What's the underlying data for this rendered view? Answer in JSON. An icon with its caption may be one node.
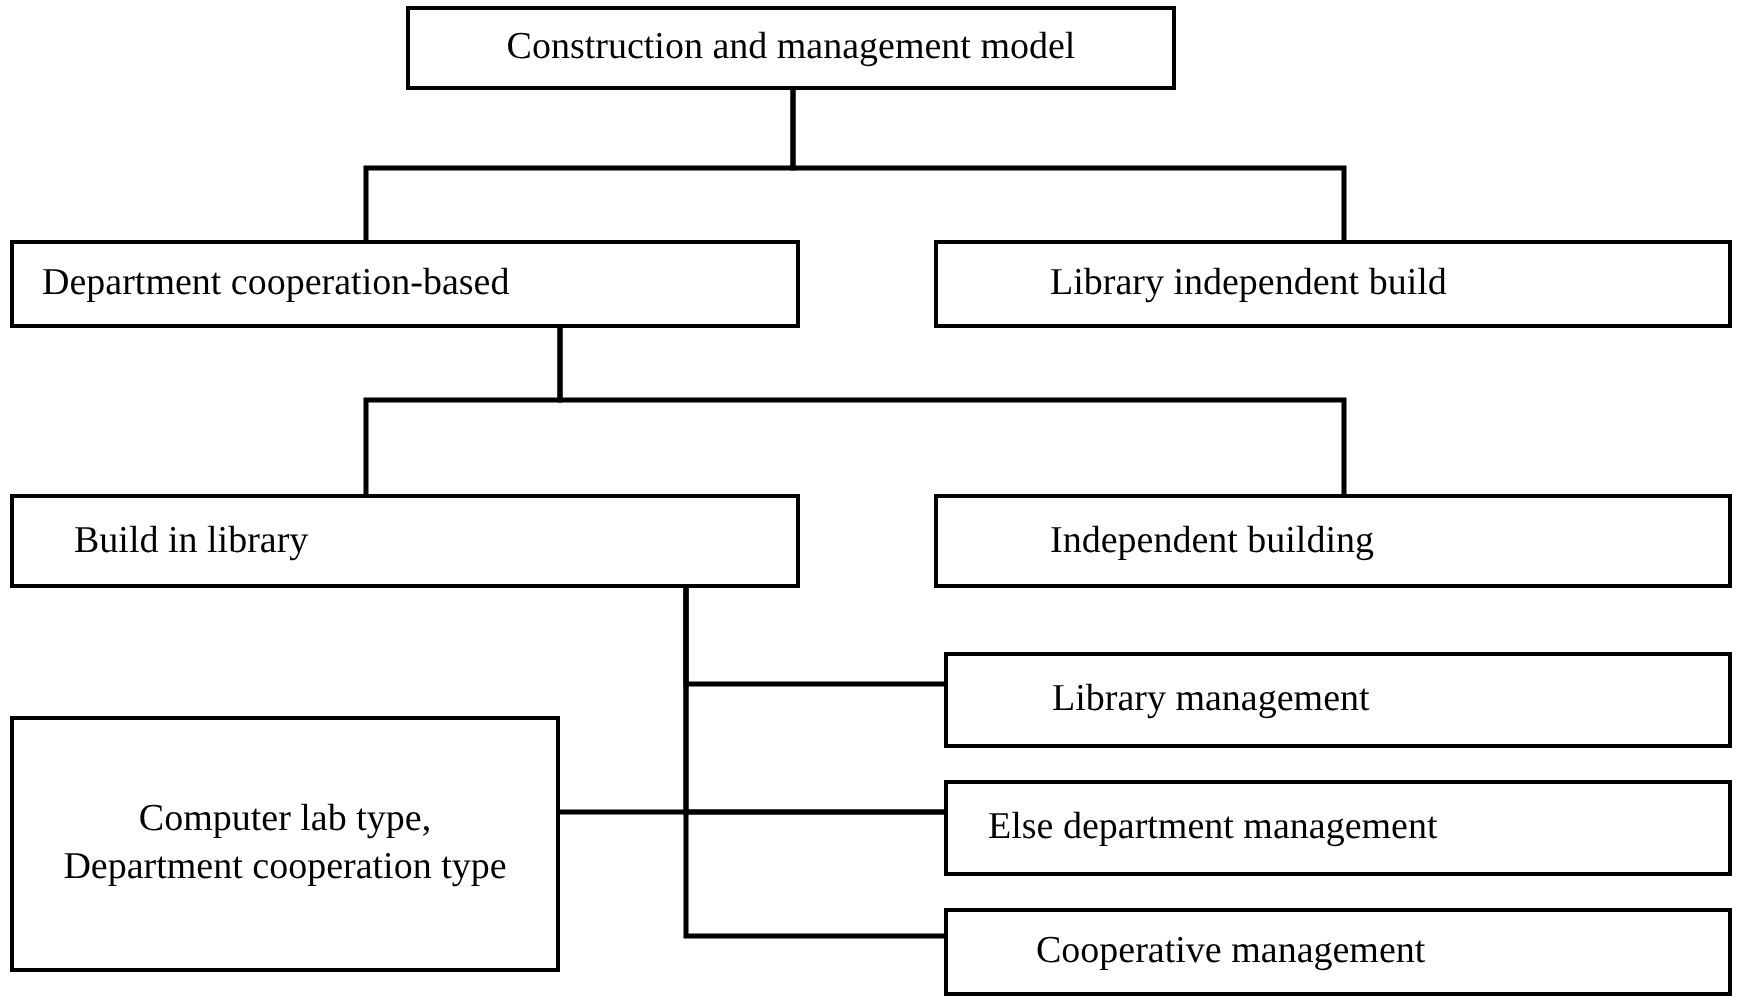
{
  "diagram": {
    "nodes": [
      {
        "text": [
          "Construction and management model"
        ]
      },
      {
        "text": [
          "Department cooperation-based"
        ]
      },
      {
        "text": [
          "Library independent build"
        ]
      },
      {
        "text": [
          "Build in library"
        ]
      },
      {
        "text": [
          "Independent building"
        ]
      },
      {
        "text": [
          "Computer lab type, Department cooperation type"
        ]
      },
      {
        "text": [
          "Library management"
        ]
      },
      {
        "text": [
          "Else department management"
        ]
      },
      {
        "text": [
          "Cooperative management"
        ]
      }
    ],
    "edges": [
      {
        "from": 0,
        "to": 1,
        "arrow": "none"
      },
      {
        "from": 0,
        "to": 2,
        "arrow": "none"
      },
      {
        "from": 1,
        "to": 3,
        "arrow": "none"
      },
      {
        "from": 1,
        "to": 4,
        "arrow": "none"
      },
      {
        "from": 3,
        "to": 6,
        "arrow": "none"
      },
      {
        "from": 3,
        "to": 7,
        "arrow": "none"
      },
      {
        "from": 3,
        "to": 8,
        "arrow": "none"
      },
      {
        "from": 5,
        "to": 7,
        "arrow": "none"
      }
    ]
  }
}
